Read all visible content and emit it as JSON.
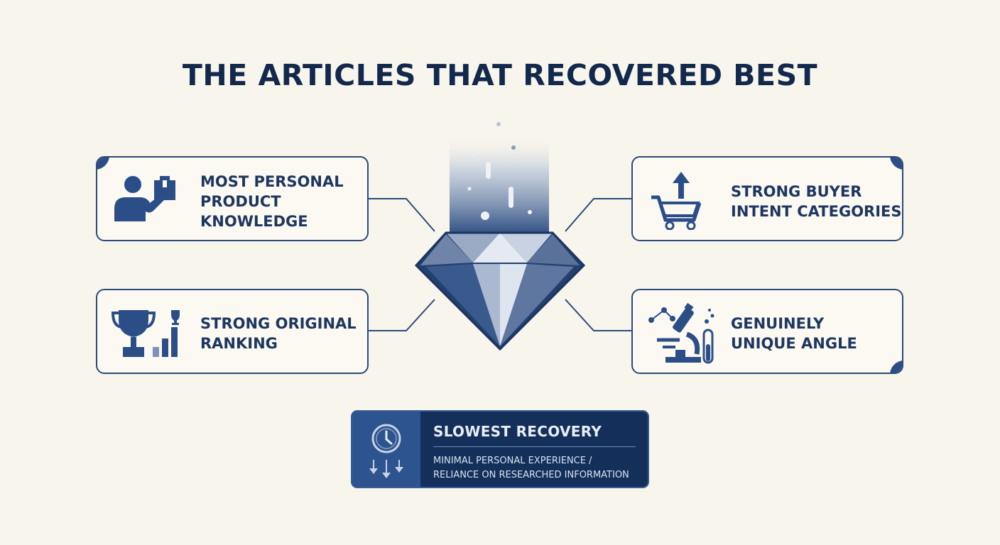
{
  "title": "THE ARTICLES THAT RECOVERED BEST",
  "cards": [
    {
      "label": "MOST PERSONAL\nPRODUCT\nKNOWLEDGE",
      "icon": "person-pointing-box-icon"
    },
    {
      "label": "STRONG BUYER\nINTENT CATEGORIES",
      "icon": "shopping-cart-arrow-up-icon"
    },
    {
      "label": "STRONG ORIGINAL\nRANKING",
      "icon": "trophy-bar-chart-icon"
    },
    {
      "label": "GENUINELY\nUNIQUE ANGLE",
      "icon": "microscope-test-tube-icon"
    }
  ],
  "slowest": {
    "title": "SLOWEST RECOVERY",
    "description": "MINIMAL PERSONAL EXPERIENCE /\nRELIANCE ON RESEARCHED INFORMATION",
    "icon": "clock-down-arrows-icon"
  },
  "colors": {
    "navy": "#1b3158",
    "accent": "#2c4e88",
    "background": "#f8f5ec"
  }
}
